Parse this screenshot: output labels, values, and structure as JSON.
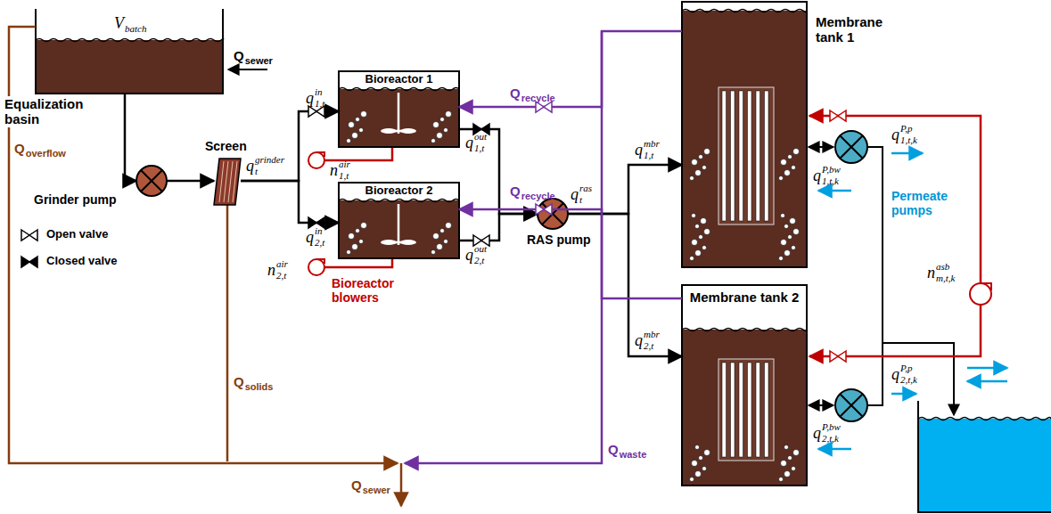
{
  "diagram": {
    "nodes": [
      {
        "text": [
          "Equalization basin"
        ]
      },
      {
        "text": [
          "Grinder pump"
        ]
      },
      {
        "text": [
          "Screen"
        ]
      },
      {
        "text": [
          "Bioreactor 1"
        ]
      },
      {
        "text": [
          "Bioreactor 2"
        ]
      },
      {
        "text": [
          "RAS pump"
        ]
      },
      {
        "text": [
          "Membrane tank 1"
        ]
      },
      {
        "text": [
          "Membrane tank 2"
        ]
      }
    ],
    "edges": [
      {
        "from": 0,
        "to": 1,
        "arrow": "to"
      },
      {
        "from": 1,
        "to": 2,
        "arrow": "to"
      },
      {
        "from": 2,
        "to": 3,
        "arrow": "to"
      },
      {
        "from": 2,
        "to": 4,
        "arrow": "to"
      },
      {
        "from": 3,
        "to": 5,
        "arrow": "to"
      },
      {
        "from": 4,
        "to": 5,
        "arrow": "to"
      },
      {
        "from": 5,
        "to": 6,
        "arrow": "to"
      },
      {
        "from": 5,
        "to": 7,
        "arrow": "to"
      },
      {
        "from": 6,
        "to": 3,
        "arrow": "to"
      },
      {
        "from": 7,
        "to": 4,
        "arrow": "to"
      }
    ],
    "labels": [
      "V",
      "batch",
      "Q",
      "sewer",
      "Q",
      "overflow",
      "q",
      "t",
      "grinder",
      "q",
      "1,t",
      "in",
      "q",
      "2,t",
      "in",
      "q",
      "1,t",
      "out",
      "q",
      "2,t",
      "out",
      "n",
      "1,t",
      "air",
      "n",
      "2,t",
      "air",
      "Q",
      "recycle",
      "Q",
      "recycle",
      "q",
      "t",
      "ras",
      "q",
      "1,t",
      "mbr",
      "q",
      "2,t",
      "mbr",
      "q",
      "1,t,k",
      "P,p",
      "q",
      "1,t,k",
      "P,bw",
      "q",
      "2,t,k",
      "P,p",
      "q",
      "2,t,k",
      "P,bw",
      "n",
      "m,t,k",
      "asb",
      "Q",
      "solids",
      "Q",
      "waste",
      "Q",
      "sewer",
      "Bioreactor blowers",
      "Permeate pumps"
    ],
    "legend": [
      {
        "text": "Open valve"
      },
      {
        "text": "Closed valve"
      }
    ]
  }
}
